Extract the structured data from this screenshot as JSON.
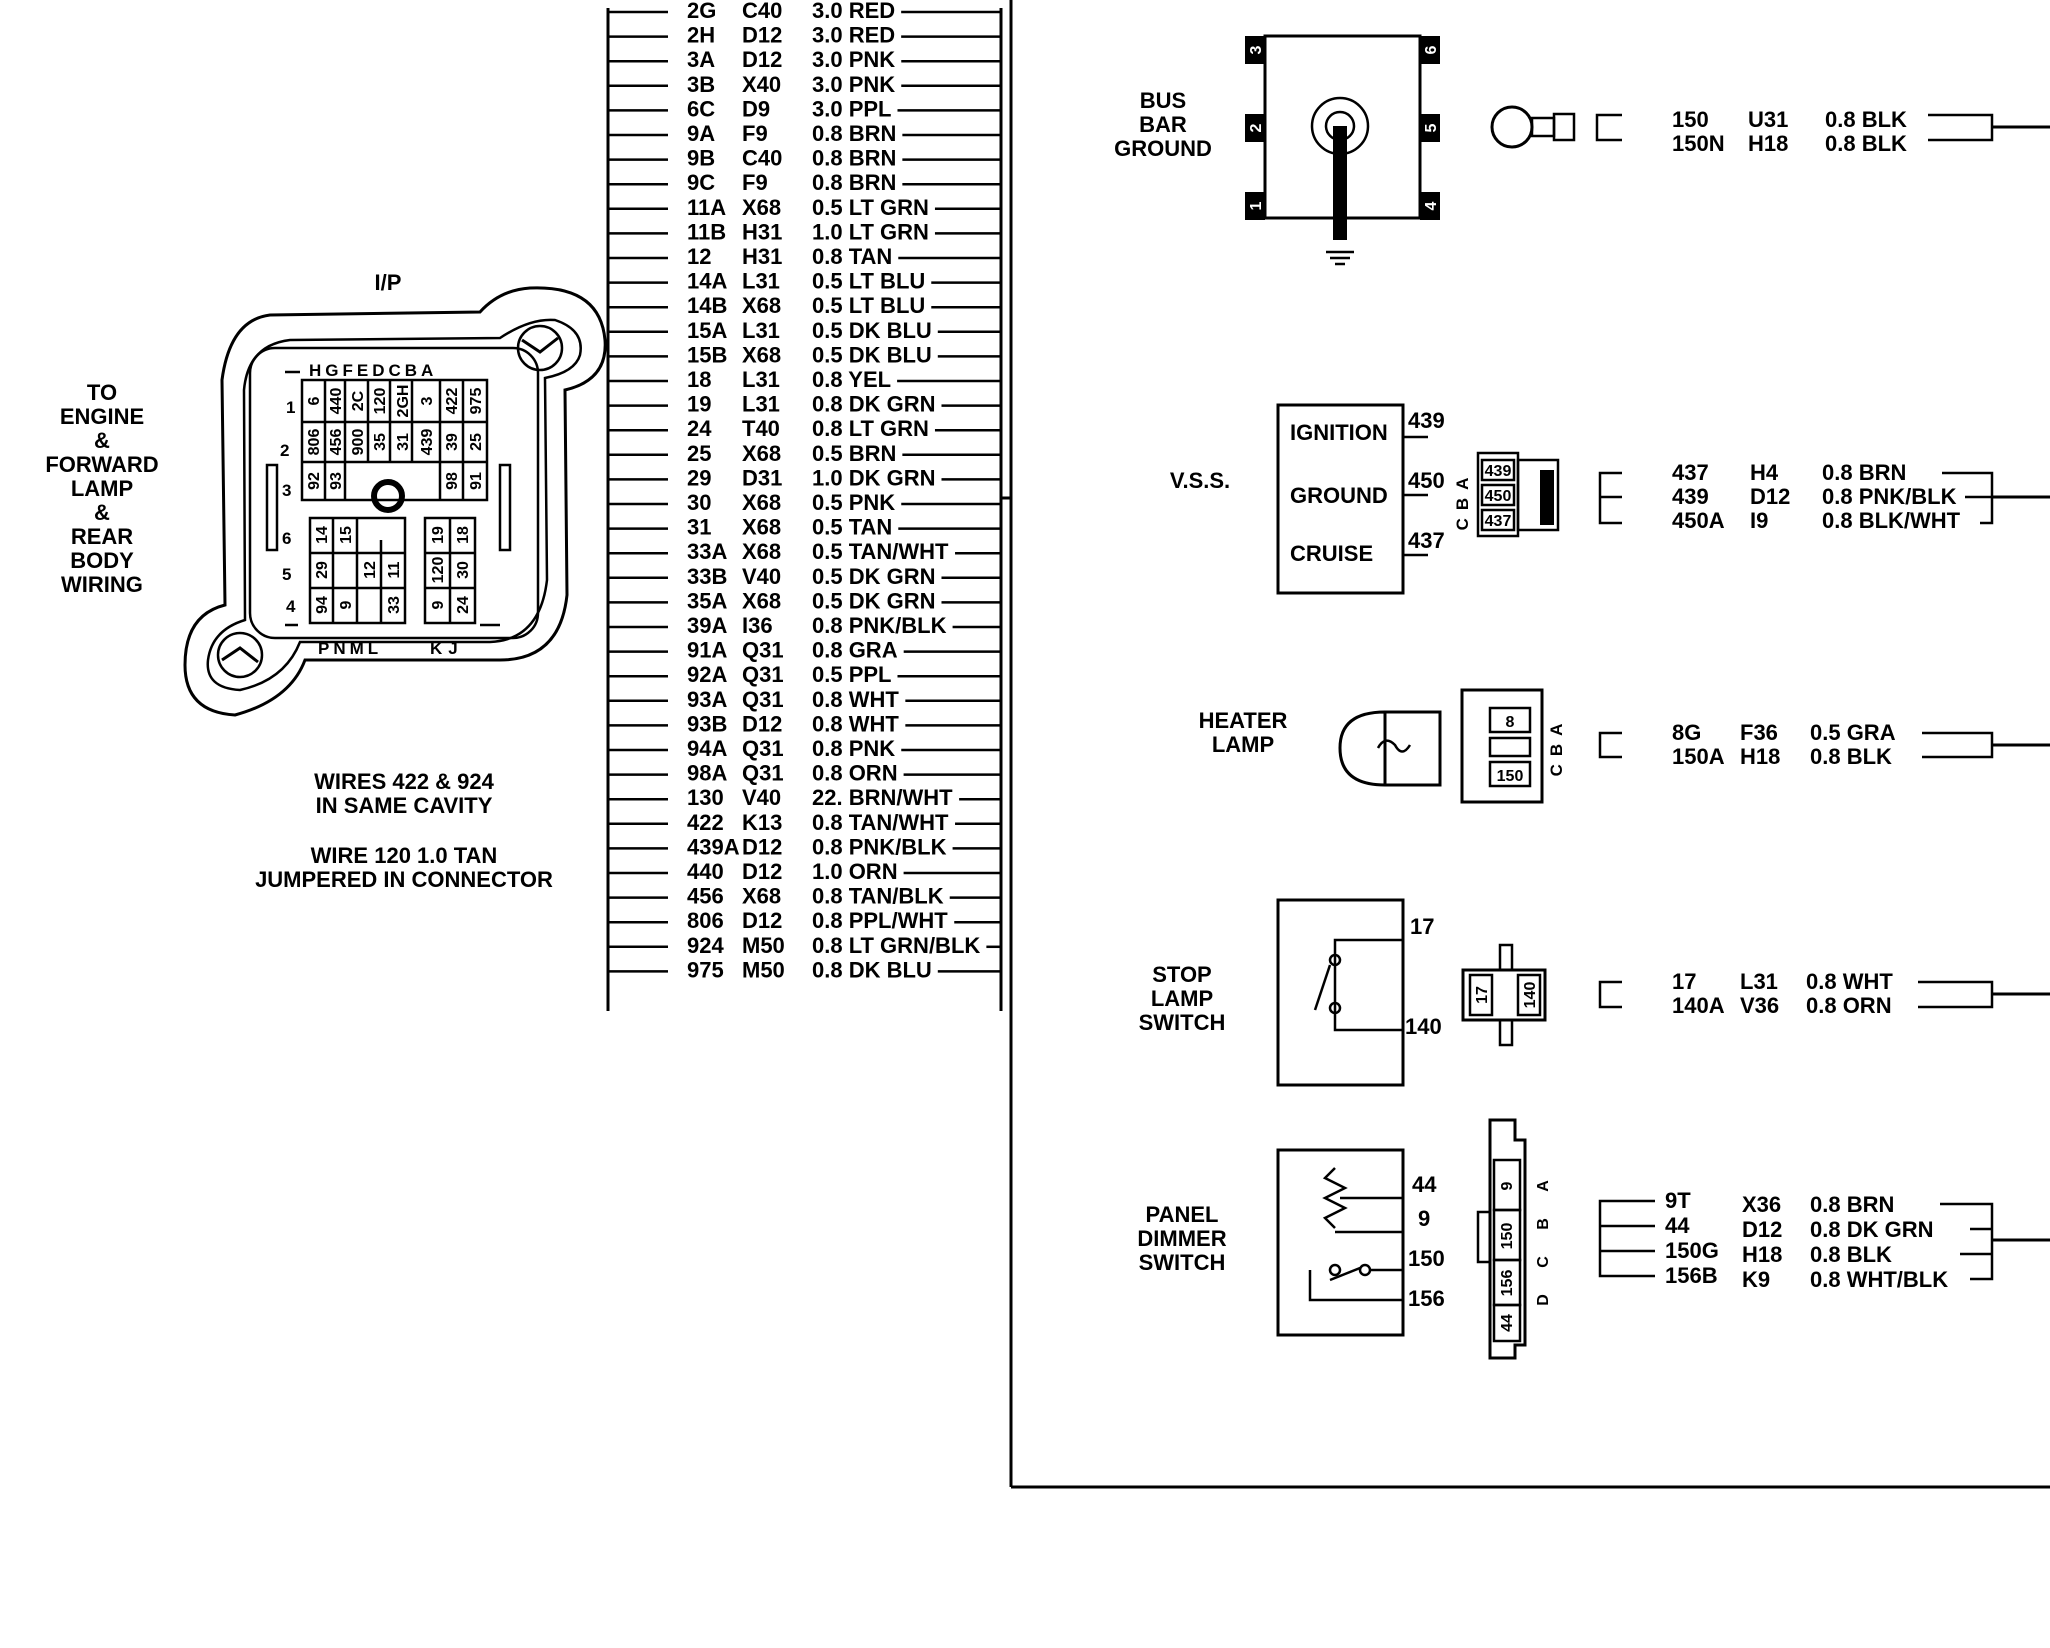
{
  "ip_connector": {
    "title": "I/P",
    "side_label": [
      "TO",
      "ENGINE",
      "&",
      "FORWARD",
      "LAMP",
      "&",
      "REAR",
      "BODY",
      "WIRING"
    ],
    "top_letters": "HGFEDCBA",
    "bottom_letters_left": "PNML",
    "bottom_letters_right": "KJ",
    "left_numbers": [
      "1",
      "2",
      "3",
      "6",
      "5",
      "4"
    ],
    "upper_cells": [
      "6",
      "440",
      "2C",
      "120",
      "2GH",
      "3",
      "422",
      "975",
      "806",
      "456",
      "900",
      "35",
      "31",
      "439",
      "39",
      "25",
      "92",
      "93",
      "98",
      "91"
    ],
    "lower_left_cells": [
      "14",
      "15",
      "29",
      "12",
      "11",
      "94",
      "9",
      "33"
    ],
    "lower_right_cells": [
      "19",
      "18",
      "120",
      "30",
      "9",
      "24"
    ],
    "note1": [
      "WIRES 422 & 924",
      "IN SAME CAVITY"
    ],
    "note2": [
      "WIRE 120 1.0 TAN",
      "JUMPERED IN CONNECTOR"
    ]
  },
  "wire_table": [
    {
      "cir": "2G",
      "loc": "C40",
      "wire": "3.0 RED"
    },
    {
      "cir": "2H",
      "loc": "D12",
      "wire": "3.0 RED"
    },
    {
      "cir": "3A",
      "loc": "D12",
      "wire": "3.0 PNK"
    },
    {
      "cir": "3B",
      "loc": "X40",
      "wire": "3.0 PNK"
    },
    {
      "cir": "6C",
      "loc": "D9",
      "wire": "3.0 PPL"
    },
    {
      "cir": "9A",
      "loc": "F9",
      "wire": "0.8 BRN"
    },
    {
      "cir": "9B",
      "loc": "C40",
      "wire": "0.8 BRN"
    },
    {
      "cir": "9C",
      "loc": "F9",
      "wire": "0.8 BRN"
    },
    {
      "cir": "11A",
      "loc": "X68",
      "wire": "0.5 LT GRN"
    },
    {
      "cir": "11B",
      "loc": "H31",
      "wire": "1.0 LT GRN"
    },
    {
      "cir": "12",
      "loc": "H31",
      "wire": "0.8 TAN"
    },
    {
      "cir": "14A",
      "loc": "L31",
      "wire": "0.5 LT BLU"
    },
    {
      "cir": "14B",
      "loc": "X68",
      "wire": "0.5 LT BLU"
    },
    {
      "cir": "15A",
      "loc": "L31",
      "wire": "0.5 DK BLU"
    },
    {
      "cir": "15B",
      "loc": "X68",
      "wire": "0.5 DK BLU"
    },
    {
      "cir": "18",
      "loc": "L31",
      "wire": "0.8 YEL"
    },
    {
      "cir": "19",
      "loc": "L31",
      "wire": "0.8 DK GRN"
    },
    {
      "cir": "24",
      "loc": "T40",
      "wire": "0.8 LT GRN"
    },
    {
      "cir": "25",
      "loc": "X68",
      "wire": "0.5 BRN"
    },
    {
      "cir": "29",
      "loc": "D31",
      "wire": "1.0 DK GRN"
    },
    {
      "cir": "30",
      "loc": "X68",
      "wire": "0.5 PNK"
    },
    {
      "cir": "31",
      "loc": "X68",
      "wire": "0.5 TAN"
    },
    {
      "cir": "33A",
      "loc": "X68",
      "wire": "0.5 TAN/WHT"
    },
    {
      "cir": "33B",
      "loc": "V40",
      "wire": "0.5 DK GRN"
    },
    {
      "cir": "35A",
      "loc": "X68",
      "wire": "0.5 DK GRN"
    },
    {
      "cir": "39A",
      "loc": "I36",
      "wire": "0.8 PNK/BLK"
    },
    {
      "cir": "91A",
      "loc": "Q31",
      "wire": "0.8 GRA"
    },
    {
      "cir": "92A",
      "loc": "Q31",
      "wire": "0.5 PPL"
    },
    {
      "cir": "93A",
      "loc": "Q31",
      "wire": "0.8 WHT"
    },
    {
      "cir": "93B",
      "loc": "D12",
      "wire": "0.8 WHT"
    },
    {
      "cir": "94A",
      "loc": "Q31",
      "wire": "0.8 PNK"
    },
    {
      "cir": "98A",
      "loc": "Q31",
      "wire": "0.8 ORN"
    },
    {
      "cir": "130",
      "loc": "V40",
      "wire": "22. BRN/WHT"
    },
    {
      "cir": "422",
      "loc": "K13",
      "wire": "0.8 TAN/WHT"
    },
    {
      "cir": "439A",
      "loc": "D12",
      "wire": "0.8 PNK/BLK"
    },
    {
      "cir": "440",
      "loc": "D12",
      "wire": "1.0 ORN"
    },
    {
      "cir": "456",
      "loc": "X68",
      "wire": "0.8 TAN/BLK"
    },
    {
      "cir": "806",
      "loc": "D12",
      "wire": "0.8 PPL/WHT"
    },
    {
      "cir": "924",
      "loc": "M50",
      "wire": "0.8 LT GRN/BLK"
    },
    {
      "cir": "975",
      "loc": "M50",
      "wire": "0.8 DK BLU"
    }
  ],
  "bus_bar": {
    "label": [
      "BUS",
      "BAR",
      "GROUND"
    ],
    "pins": [
      "3",
      "6",
      "2",
      "5",
      "1",
      "4"
    ],
    "wires": [
      {
        "cir": "150",
        "loc": "U31",
        "wire": "0.8 BLK"
      },
      {
        "cir": "150N",
        "loc": "H18",
        "wire": "0.8 BLK"
      }
    ]
  },
  "vss": {
    "label": "V.S.S.",
    "terminals": [
      "IGNITION",
      "GROUND",
      "CRUISE"
    ],
    "terminal_circuits": [
      "439",
      "450",
      "437"
    ],
    "cavity_letters": "CBA",
    "cavities": [
      "439",
      "450",
      "437"
    ],
    "wires": [
      {
        "cir": "437",
        "loc": "H4",
        "wire": "0.8 BRN"
      },
      {
        "cir": "439",
        "loc": "D12",
        "wire": "0.8 PNK/BLK"
      },
      {
        "cir": "450A",
        "loc": "I9",
        "wire": "0.8 BLK/WHT"
      }
    ]
  },
  "heater_lamp": {
    "label": [
      "HEATER",
      "LAMP"
    ],
    "cavities": [
      "8",
      "150"
    ],
    "cavity_letters": "CBA",
    "wires": [
      {
        "cir": "8G",
        "loc": "F36",
        "wire": "0.5 GRA"
      },
      {
        "cir": "150A",
        "loc": "H18",
        "wire": "0.8 BLK"
      }
    ]
  },
  "stop_lamp": {
    "label": [
      "STOP",
      "LAMP",
      "SWITCH"
    ],
    "terminals": [
      "17",
      "140"
    ],
    "cavities": [
      "17",
      "140"
    ],
    "wires": [
      {
        "cir": "17",
        "loc": "L31",
        "wire": "0.8 WHT"
      },
      {
        "cir": "140A",
        "loc": "V36",
        "wire": "0.8 ORN"
      }
    ]
  },
  "panel_dimmer": {
    "label": [
      "PANEL",
      "DIMMER",
      "SWITCH"
    ],
    "terminals": [
      "44",
      "9",
      "150",
      "156"
    ],
    "cavities": [
      "9",
      "150",
      "156",
      "44"
    ],
    "cavity_letters": [
      "A",
      "B",
      "C",
      "D"
    ],
    "wires": [
      {
        "cir": "9T",
        "loc": "X36",
        "wire": "0.8 BRN"
      },
      {
        "cir": "44",
        "loc": "D12",
        "wire": "0.8 DK GRN"
      },
      {
        "cir": "150G",
        "loc": "H18",
        "wire": "0.8 BLK"
      },
      {
        "cir": "156B",
        "loc": "K9",
        "wire": "0.8 WHT/BLK"
      }
    ]
  }
}
